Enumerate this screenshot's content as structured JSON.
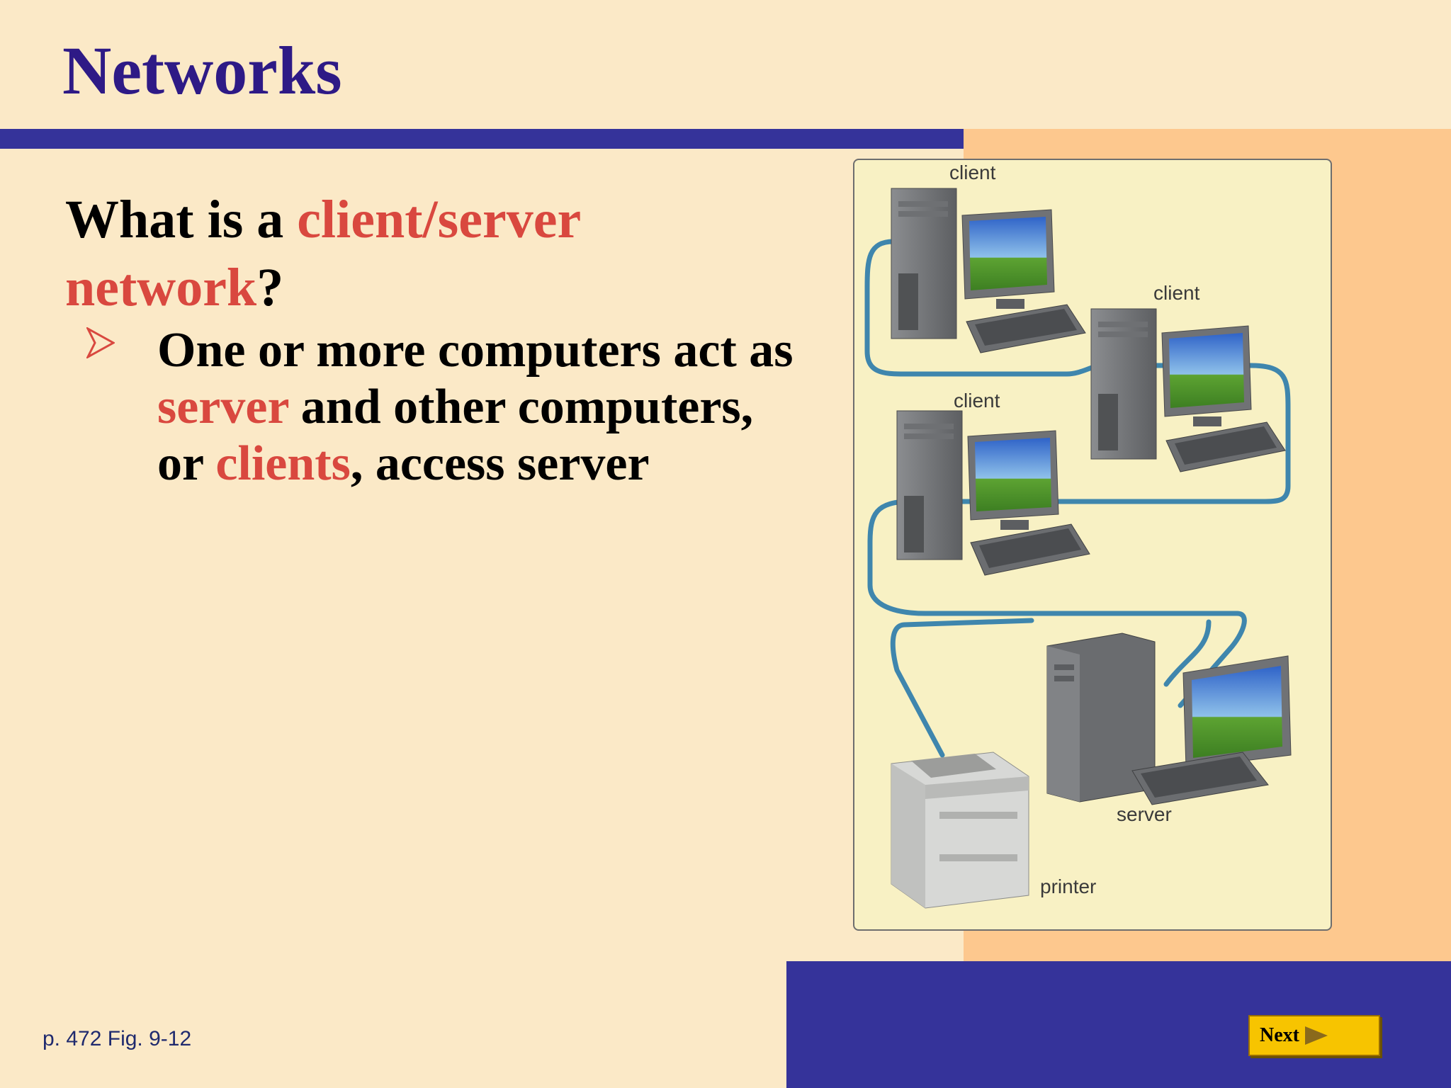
{
  "slide": {
    "title": "Networks",
    "question": {
      "prefix": "What is a ",
      "term_1": "client/server",
      "term_2": "network",
      "suffix": "?"
    },
    "bullet": {
      "text_1": "One or more computers act as ",
      "term_server": "server",
      "text_2": " and other computers, or ",
      "term_clients": "clients",
      "text_3": ", access server"
    },
    "figure_reference": "p. 472 Fig. 9-12"
  },
  "figure": {
    "labels": {
      "client_top": "client",
      "client_right": "client",
      "client_middle": "client",
      "server": "server",
      "printer": "printer"
    }
  },
  "navigation": {
    "next_label": "Next"
  },
  "colors": {
    "background": "#fbe9c7",
    "accent_panel": "#fdc88e",
    "navy": "#35339a",
    "title": "#2e1a86",
    "highlight_red": "#d9483f",
    "cable_blue": "#3f86ad",
    "button_yellow": "#f7c400"
  }
}
